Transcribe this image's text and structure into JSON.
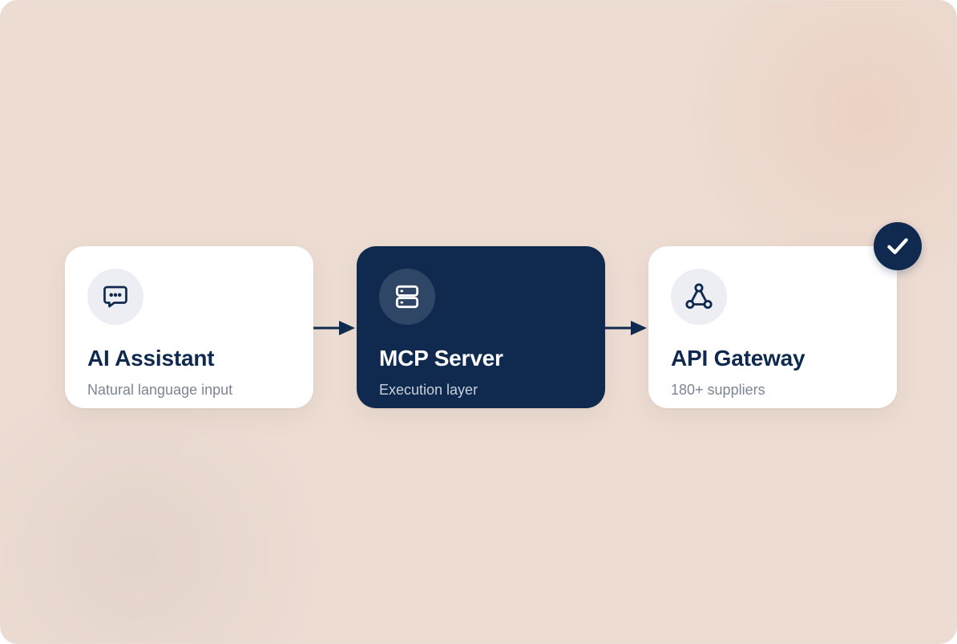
{
  "flow": {
    "steps": [
      {
        "title": "AI Assistant",
        "subtitle": "Natural language input",
        "icon": "chat-bubble-icon",
        "style": "light"
      },
      {
        "title": "MCP Server",
        "subtitle": "Execution layer",
        "icon": "server-icon",
        "style": "dark"
      },
      {
        "title": "API Gateway",
        "subtitle": "180+ suppliers",
        "icon": "network-nodes-icon",
        "style": "light"
      }
    ],
    "status_icon": "checkmark-icon"
  },
  "colors": {
    "navy": "#0f2a4e",
    "background": "#ecdcd2",
    "card_light": "#ffffff",
    "subtitle_gray": "#7c8594"
  }
}
